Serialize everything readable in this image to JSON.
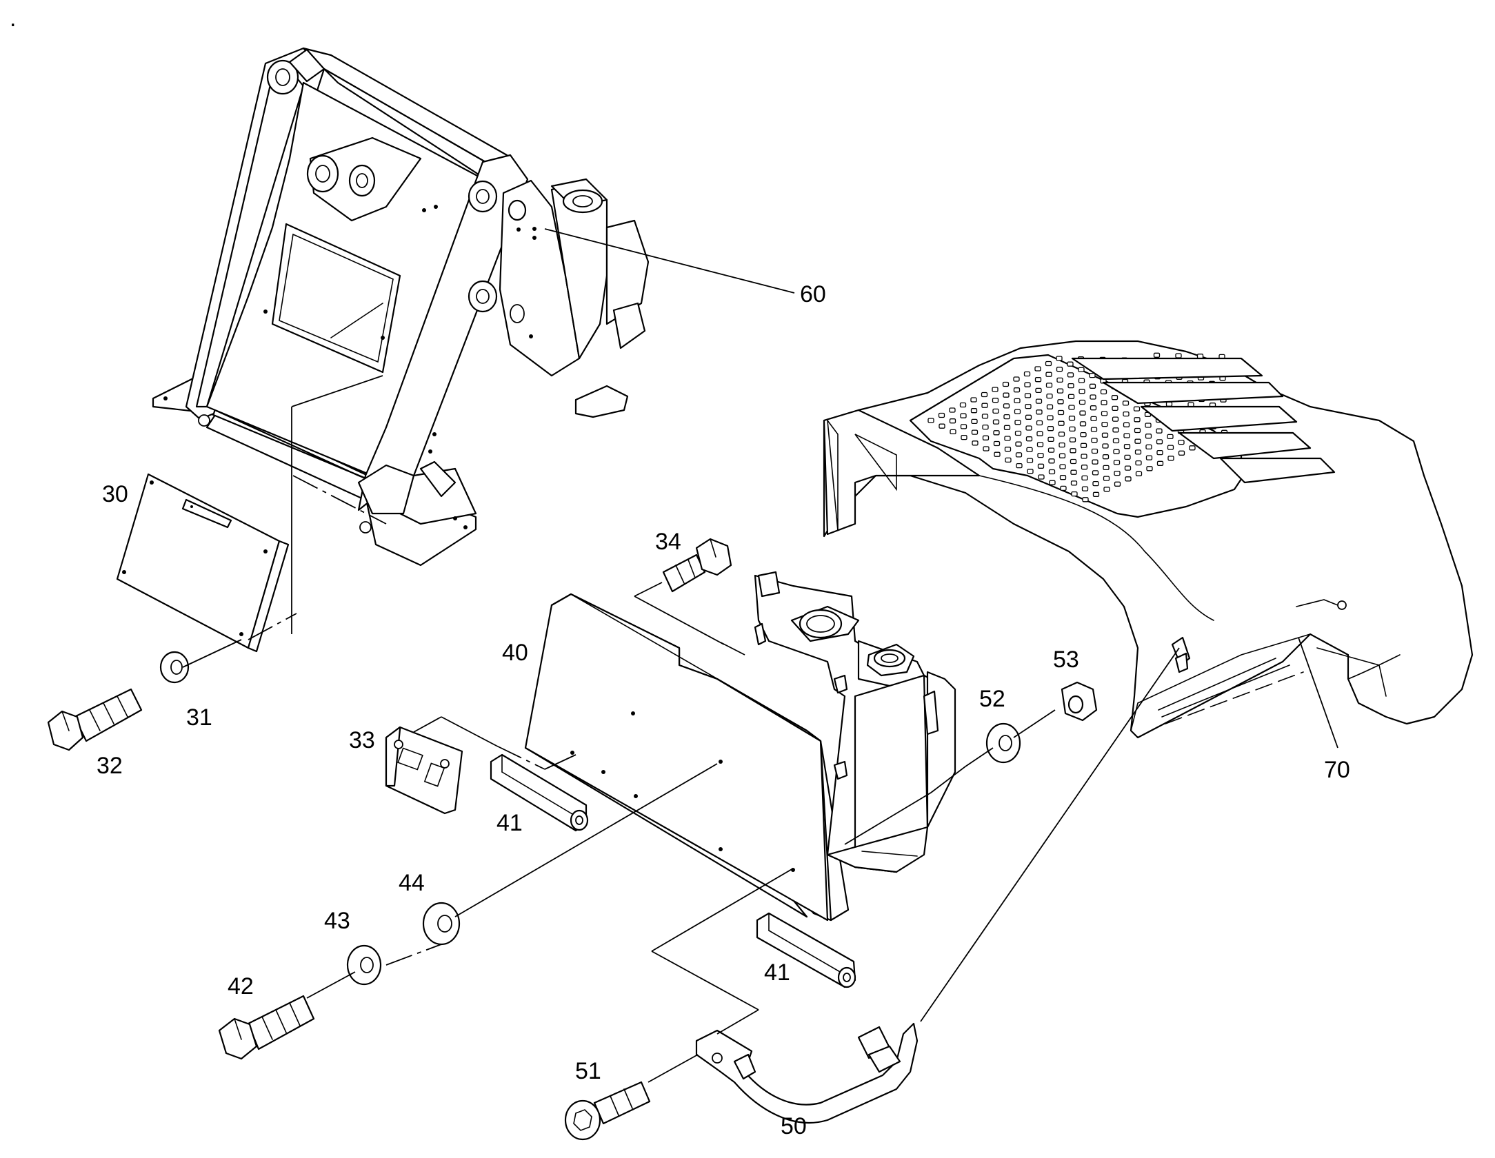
{
  "diagram": {
    "type": "exploded-parts-drawing",
    "stray_mark": ".",
    "callouts": [
      {
        "id": "c30",
        "label": "30",
        "part": "cover-plate"
      },
      {
        "id": "c31",
        "label": "31",
        "part": "washer"
      },
      {
        "id": "c32",
        "label": "32",
        "part": "hex-bolt"
      },
      {
        "id": "c33",
        "label": "33",
        "part": "switch-bracket"
      },
      {
        "id": "c34",
        "label": "34",
        "part": "hex-bolt"
      },
      {
        "id": "c40",
        "label": "40",
        "part": "side-panel"
      },
      {
        "id": "c41a",
        "label": "41",
        "part": "rubber-profile"
      },
      {
        "id": "c41b",
        "label": "41",
        "part": "rubber-profile"
      },
      {
        "id": "c42",
        "label": "42",
        "part": "hex-bolt"
      },
      {
        "id": "c43",
        "label": "43",
        "part": "washer"
      },
      {
        "id": "c44",
        "label": "44",
        "part": "washer"
      },
      {
        "id": "c50",
        "label": "50",
        "part": "handle"
      },
      {
        "id": "c51",
        "label": "51",
        "part": "socket-screw"
      },
      {
        "id": "c52",
        "label": "52",
        "part": "washer"
      },
      {
        "id": "c53",
        "label": "53",
        "part": "nut"
      },
      {
        "id": "c60",
        "label": "60",
        "part": "frame"
      },
      {
        "id": "c70",
        "label": "70",
        "part": "engine-hood"
      }
    ]
  }
}
